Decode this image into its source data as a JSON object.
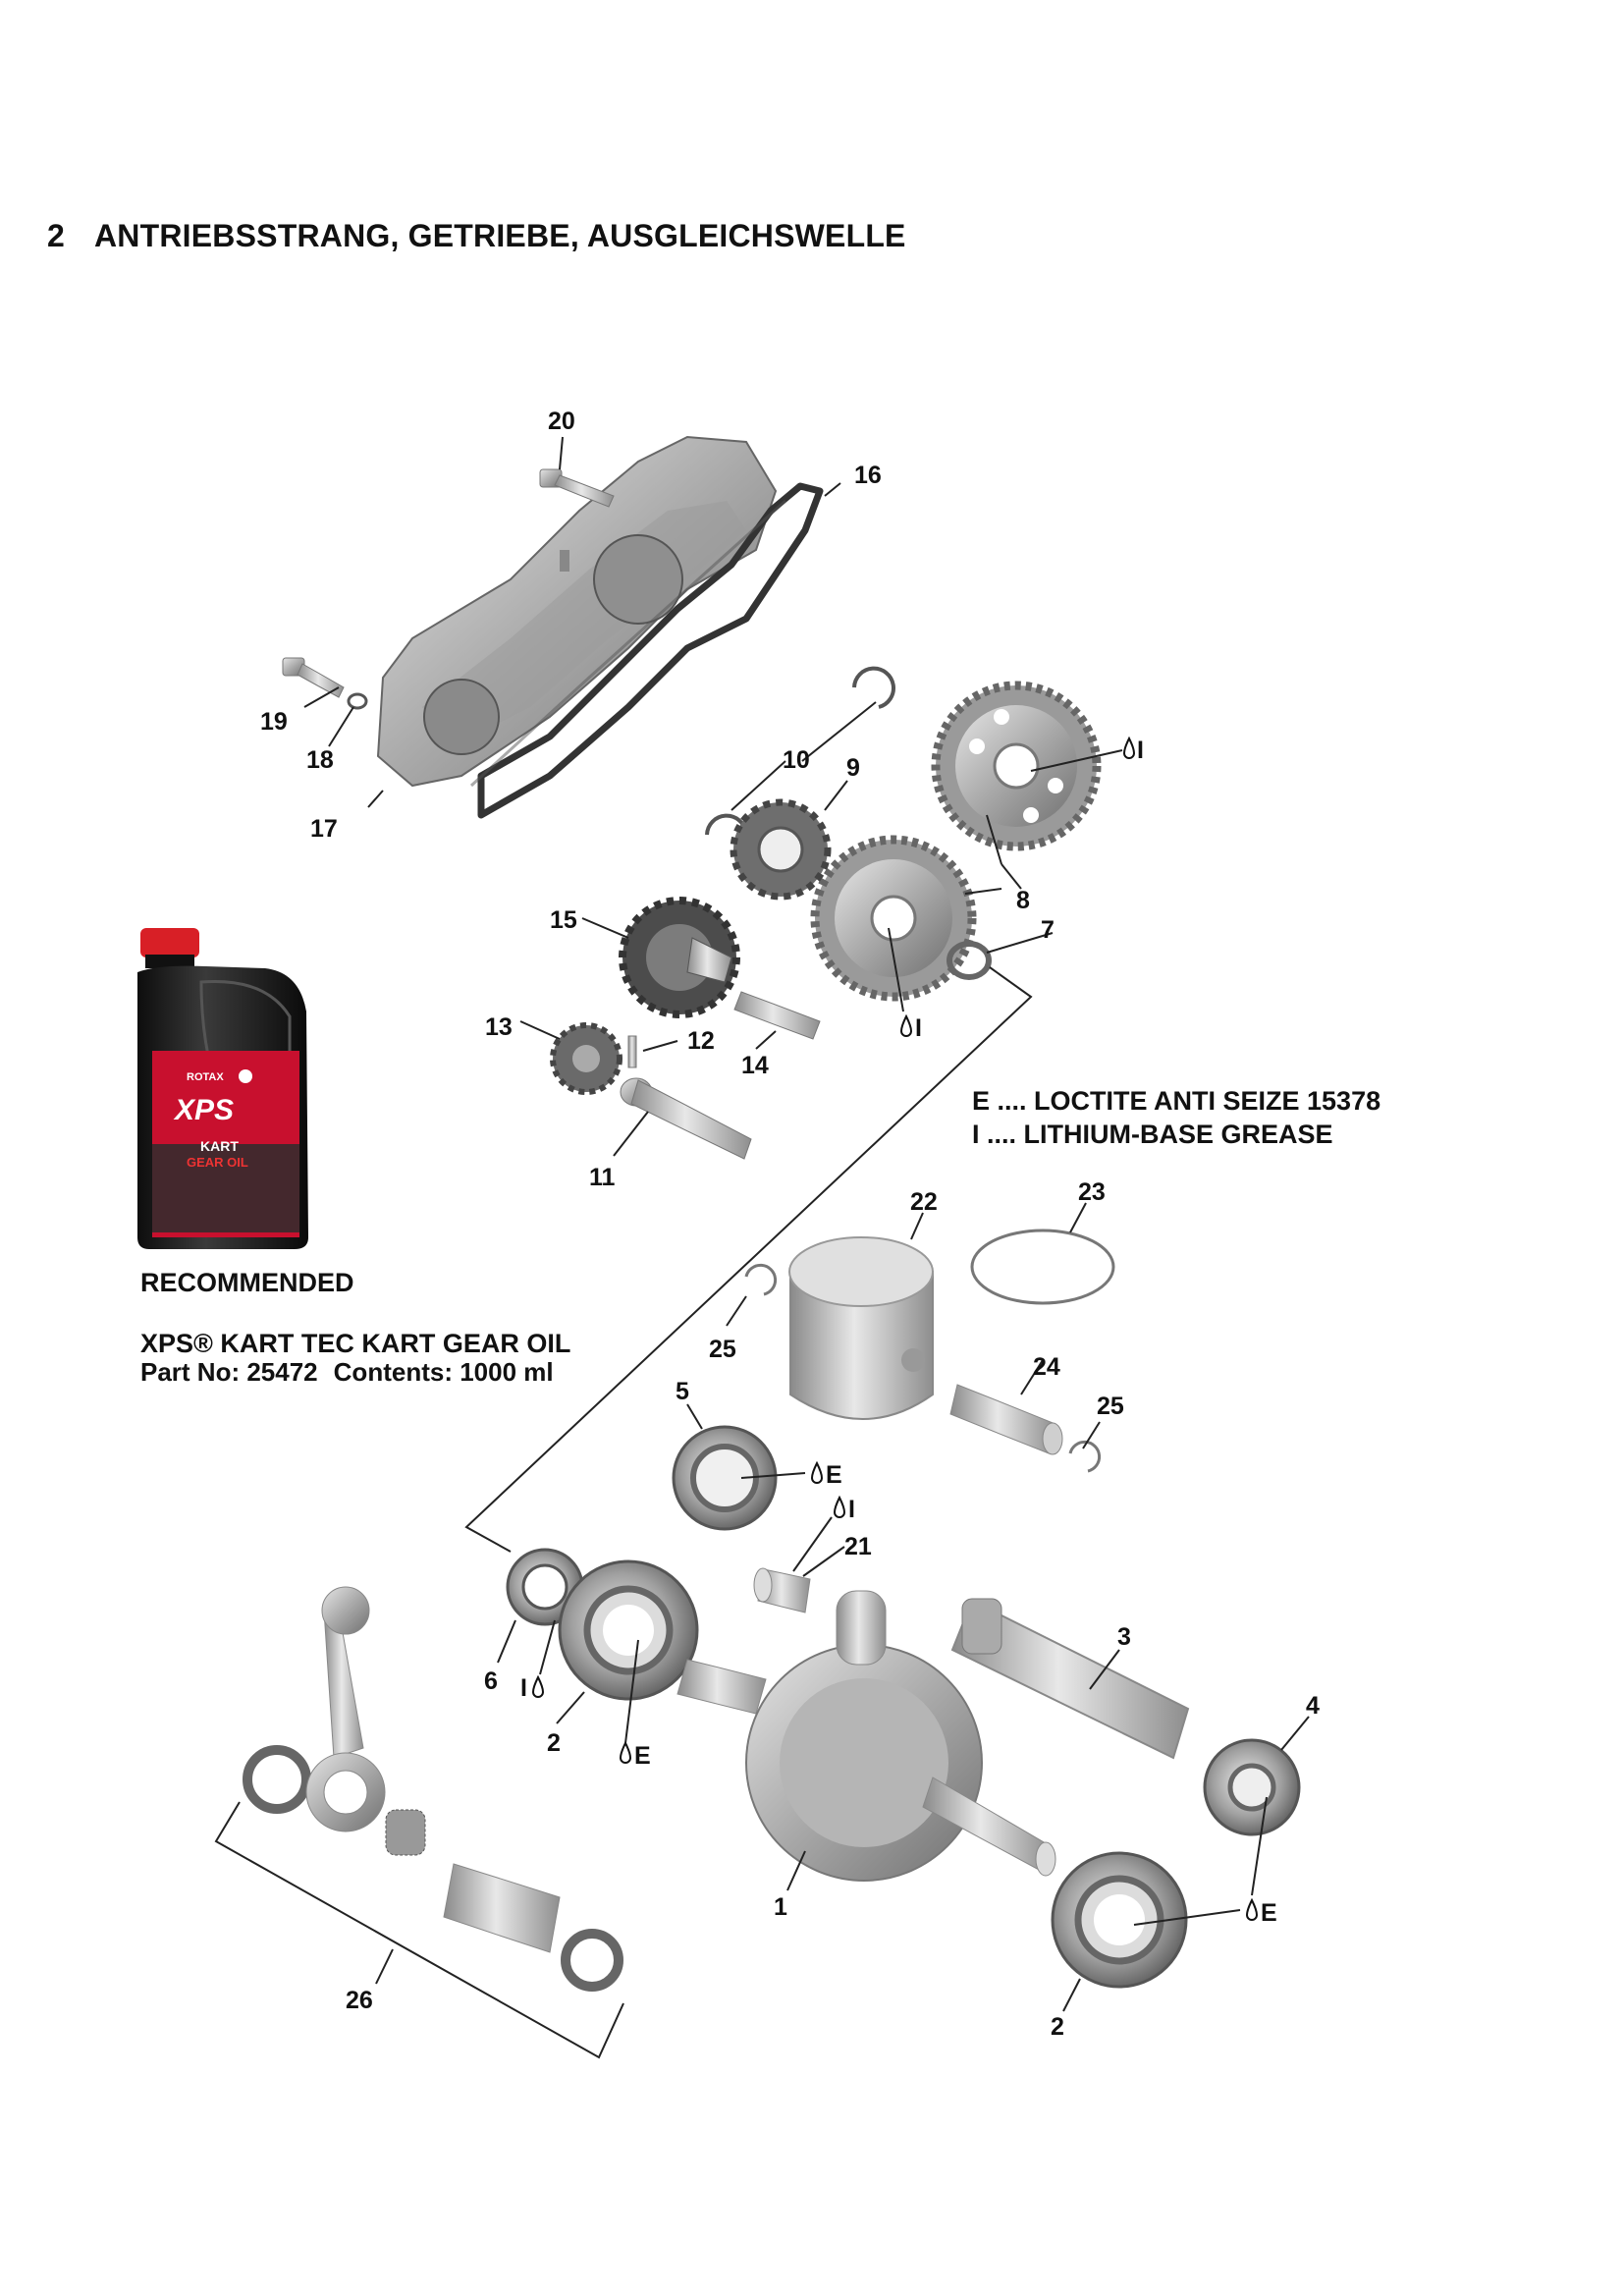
{
  "header": {
    "section_number": "2",
    "section_title": "ANTRIEBSSTRANG, GETRIEBE, AUSGLEICHSWELLE"
  },
  "legend": {
    "e_line": "E .... LOCTITE ANTI SEIZE 15378",
    "i_line": "I  .... LITHIUM-BASE GREASE"
  },
  "recommendation": {
    "label": "RECOMMENDED",
    "product": "XPS® KART TEC KART GEAR OIL",
    "part_no": "Part No: 25472",
    "contents": "Contents: 1000 ml",
    "bottle": {
      "brand": "ROTAX",
      "logo": "XPS",
      "line1": "KART",
      "line2": "GEAR OIL",
      "cap_color": "#d81f26",
      "label_color": "#c8102e",
      "body_color": "#1c1c1c"
    }
  },
  "callouts": {
    "c1": "1",
    "c2a": "2",
    "c2b": "2",
    "c3": "3",
    "c4": "4",
    "c5": "5",
    "c6": "6",
    "c7": "7",
    "c8": "8",
    "c9": "9",
    "c10": "10",
    "c11": "11",
    "c12": "12",
    "c13": "13",
    "c14": "14",
    "c15": "15",
    "c16": "16",
    "c17": "17",
    "c18": "18",
    "c19": "19",
    "c20": "20",
    "c21": "21",
    "c22": "22",
    "c23": "23",
    "c24": "24",
    "c25a": "25",
    "c25b": "25",
    "c26": "26"
  },
  "markers": {
    "i_gear8_top": "I",
    "i_gear8_low": "I",
    "e_bearing5": "E",
    "i_pin21": "I",
    "i_seal6": "I",
    "e_bearing2a": "E",
    "e_bearing4": "E"
  },
  "icons": {
    "drop": "lubricant-drop-icon"
  }
}
